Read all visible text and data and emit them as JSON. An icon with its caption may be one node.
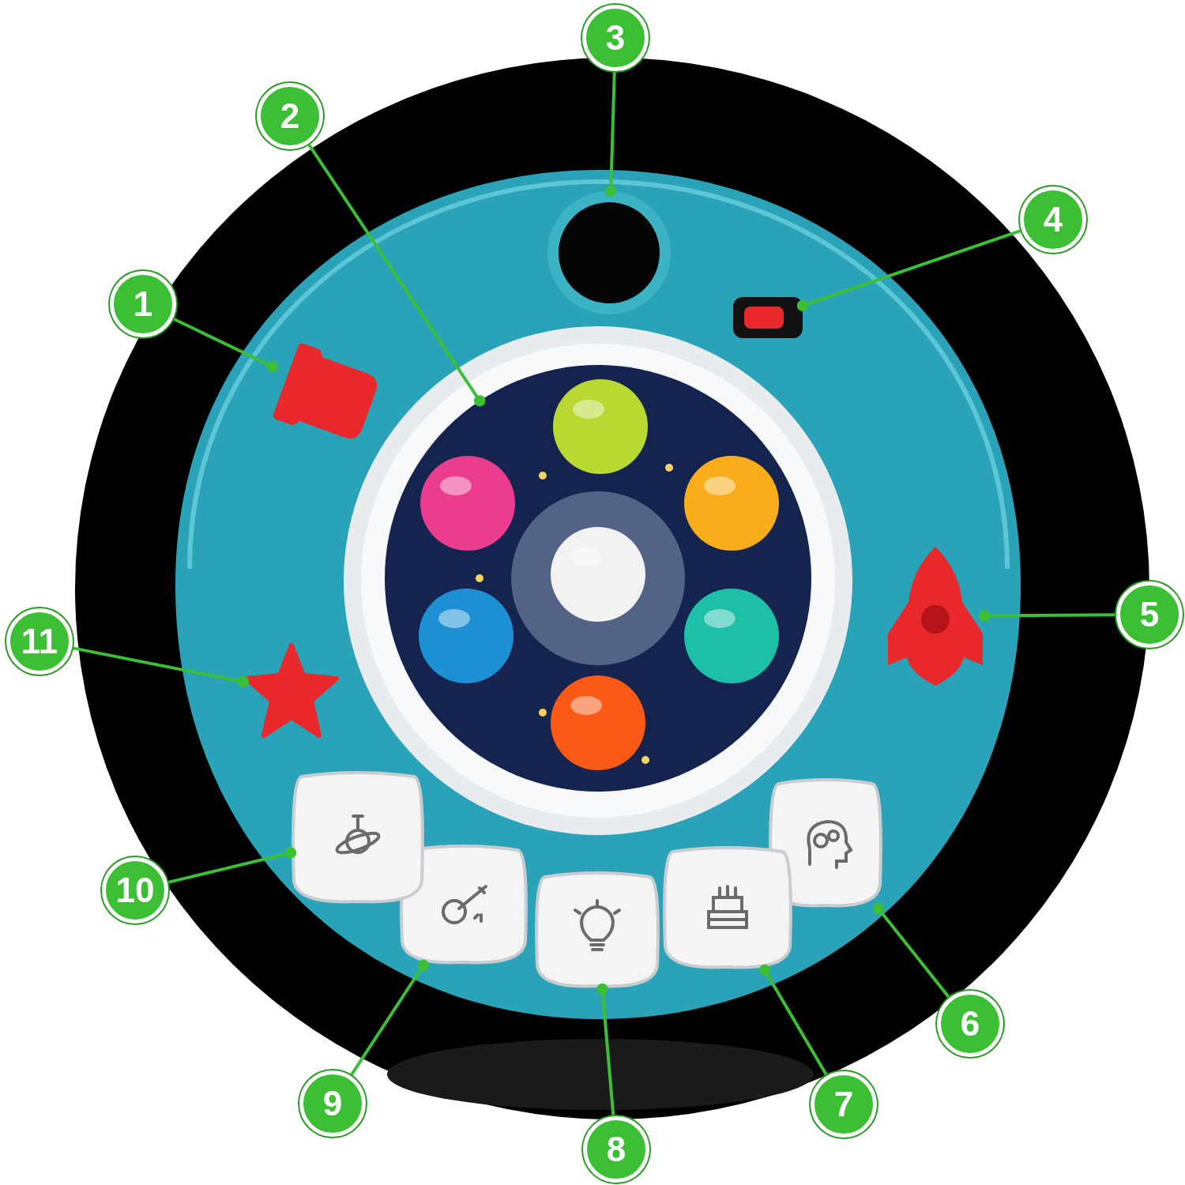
{
  "diagram": {
    "nodes": [
      {
        "text": [
          "1"
        ]
      },
      {
        "text": [
          "2"
        ]
      },
      {
        "text": [
          "3"
        ]
      },
      {
        "text": [
          "4"
        ]
      },
      {
        "text": [
          "5"
        ]
      },
      {
        "text": [
          "6"
        ]
      },
      {
        "text": [
          "7"
        ]
      },
      {
        "text": [
          "8"
        ]
      },
      {
        "text": [
          "9"
        ]
      },
      {
        "text": [
          "10"
        ]
      },
      {
        "text": [
          "11"
        ]
      },
      {
        "text": [],
        "shape": "picture"
      },
      {
        "text": [],
        "shape": "circle"
      },
      {
        "text": [],
        "shape": "circle"
      },
      {
        "text": [],
        "shape": "bar"
      },
      {
        "text": [],
        "shape": "picture"
      },
      {
        "text": [],
        "shape": "box"
      },
      {
        "text": [],
        "shape": "box"
      },
      {
        "text": [],
        "shape": "box"
      },
      {
        "text": [],
        "shape": "box"
      },
      {
        "text": [],
        "shape": "box"
      },
      {
        "text": [],
        "shape": "picture"
      }
    ],
    "edges": [
      {
        "from": 0,
        "to": 11,
        "arrow": "other"
      },
      {
        "from": 1,
        "to": 12,
        "arrow": "other"
      },
      {
        "from": 2,
        "to": 13,
        "arrow": "other"
      },
      {
        "from": 3,
        "to": 14,
        "arrow": "other"
      },
      {
        "from": 4,
        "to": 15,
        "arrow": "other"
      },
      {
        "from": 5,
        "to": 16,
        "arrow": "other"
      },
      {
        "from": 6,
        "to": 17,
        "arrow": "other"
      },
      {
        "from": 7,
        "to": 18,
        "arrow": "other"
      },
      {
        "from": 8,
        "to": 19,
        "arrow": "other"
      },
      {
        "from": 9,
        "to": 20,
        "arrow": "other"
      },
      {
        "from": 10,
        "to": 21,
        "arrow": "other"
      }
    ]
  }
}
